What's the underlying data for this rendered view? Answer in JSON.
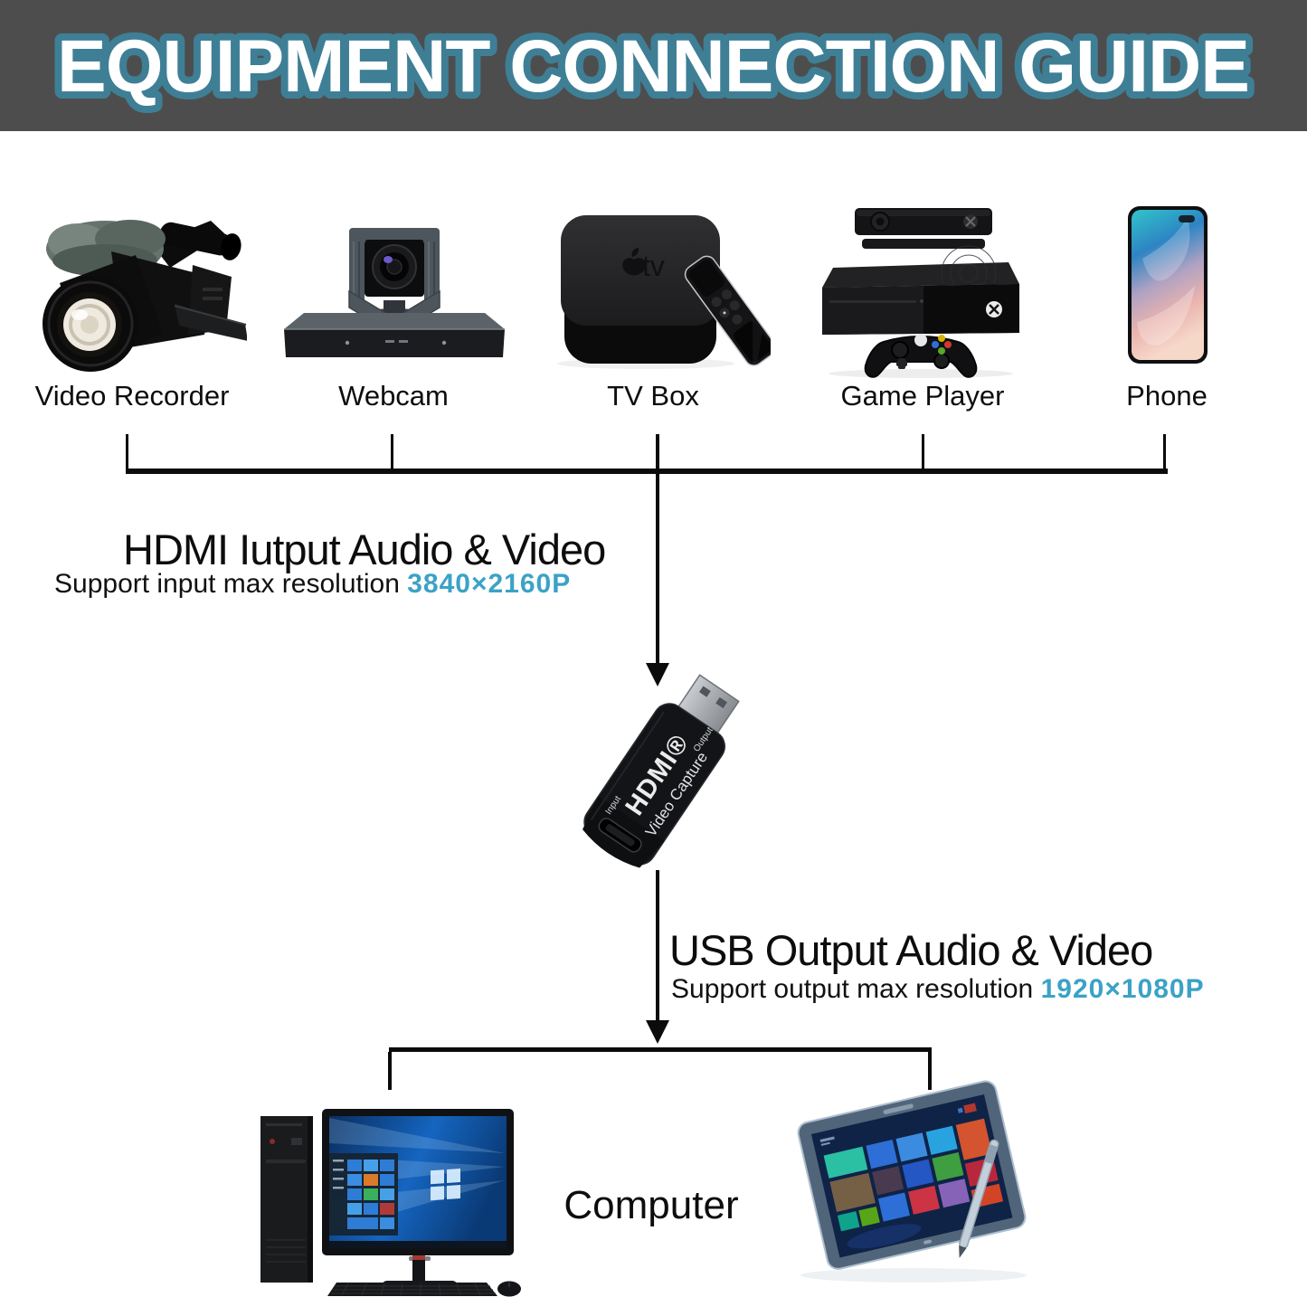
{
  "header": {
    "title": "EQUIPMENT CONNECTION GUIDE"
  },
  "sources": {
    "items": [
      {
        "label": "Video Recorder"
      },
      {
        "label": "Webcam"
      },
      {
        "label": "TV Box"
      },
      {
        "label": "Game Player"
      },
      {
        "label": "Phone"
      }
    ]
  },
  "hdmi_section": {
    "heading": "HDMI Iutput Audio & Video",
    "support_text": "Support input max resolution ",
    "max_resolution": "3840×2160P"
  },
  "capture_device": {
    "brand": "HDMI®",
    "name": "Video Capture",
    "output_port_label": "Output",
    "input_port_label": "Input"
  },
  "usb_section": {
    "heading": "USB Output Audio & Video",
    "support_text": "Support output max resolution ",
    "max_resolution": "1920×1080P"
  },
  "destination": {
    "label": "Computer"
  },
  "tv_box_logo": "tv",
  "colors": {
    "banner_background": "#4d4d4d",
    "title_fill": "#ffffff",
    "title_outline": "#3e7f96",
    "accent_teal": "#3ba2c6",
    "line_color": "#0b0b0b"
  }
}
